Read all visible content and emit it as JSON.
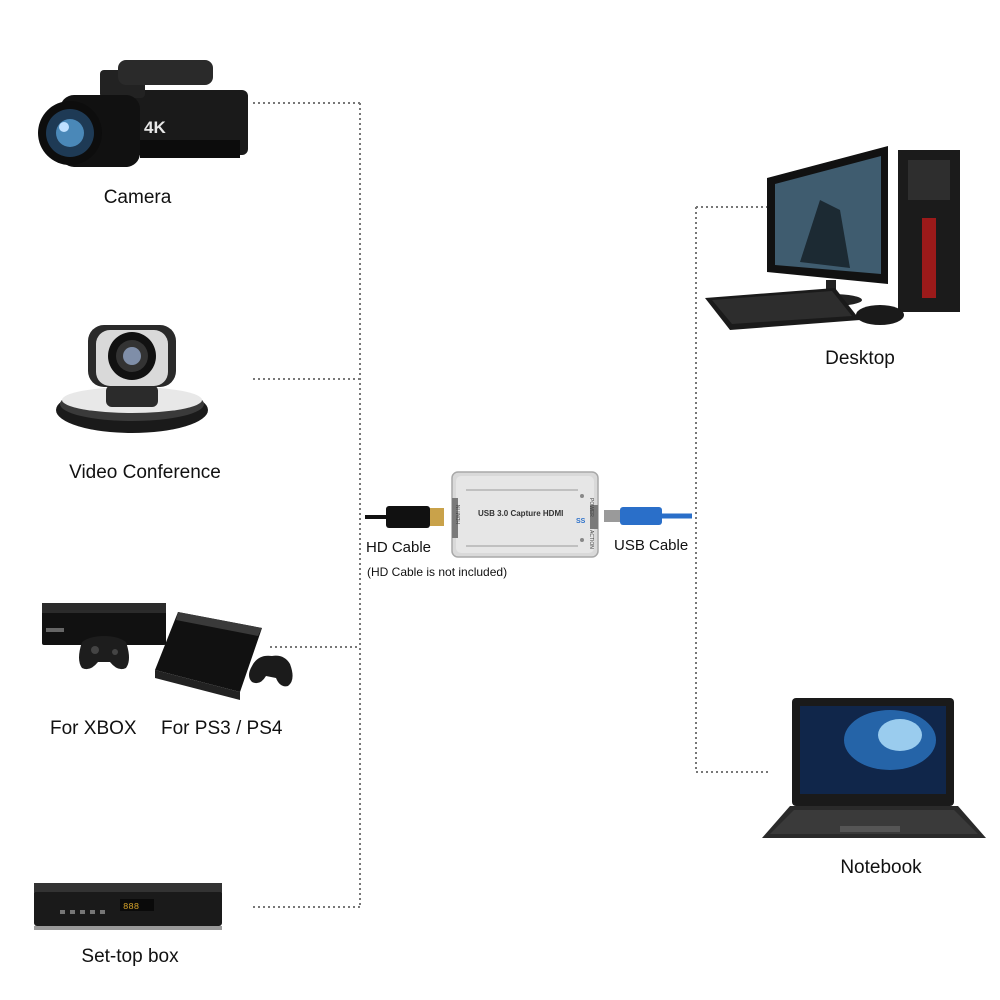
{
  "devices": {
    "camera": {
      "label": "Camera",
      "badge": "4K"
    },
    "video_conference": {
      "label": "Video Conference"
    },
    "xbox": {
      "label": "For XBOX"
    },
    "ps": {
      "label": "For PS3 / PS4"
    },
    "settop": {
      "label": "Set-top box"
    },
    "desktop": {
      "label": "Desktop"
    },
    "notebook": {
      "label": "Notebook"
    }
  },
  "capture_card": {
    "title": "USB 3.0 Capture HDMI",
    "hdmi_port_label": "HDMI IN",
    "power_label": "POWER",
    "action_label": "ACTION",
    "usb_port_label": "SS"
  },
  "cables": {
    "hd_cable_label": "HD Cable",
    "hd_cable_note": "(HD Cable is not included)",
    "usb_cable_label": "USB Cable"
  },
  "colors": {
    "connector_line": "#777777",
    "usb_blue": "#2a6fc9",
    "card_body": "#d9d9d9"
  }
}
